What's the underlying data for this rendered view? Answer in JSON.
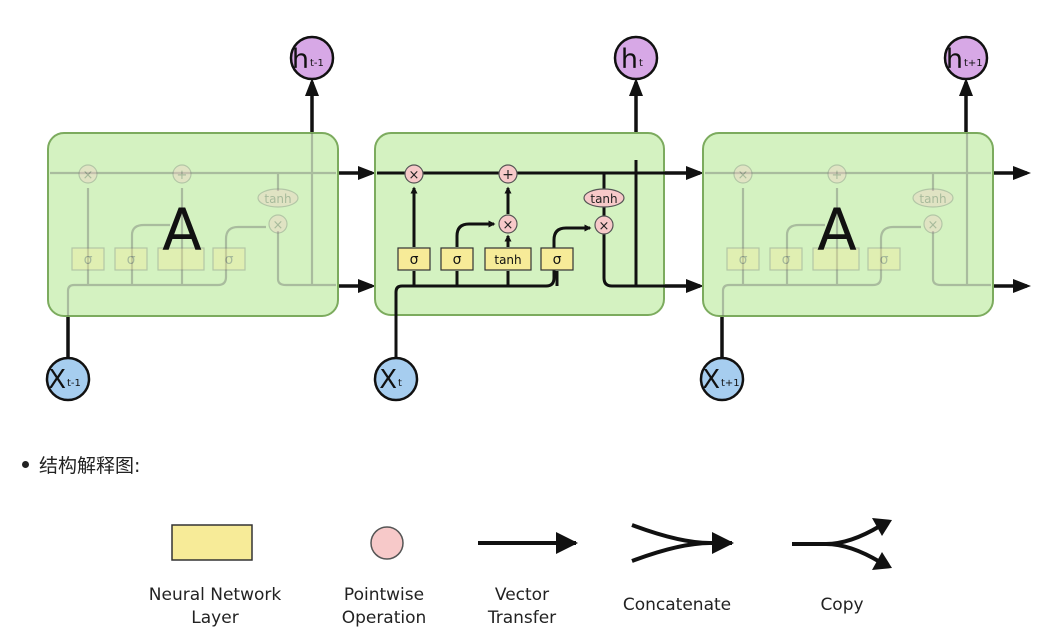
{
  "diagram": {
    "cell_label_left": "A",
    "cell_label_right": "A",
    "inputs": [
      {
        "base": "X",
        "sub": "t-1"
      },
      {
        "base": "X",
        "sub": "t"
      },
      {
        "base": "X",
        "sub": "t+1"
      }
    ],
    "outputs": [
      {
        "base": "h",
        "sub": "t-1"
      },
      {
        "base": "h",
        "sub": "t"
      },
      {
        "base": "h",
        "sub": "t+1"
      }
    ],
    "center_cell": {
      "multiply_symbol": "×",
      "add_symbol": "+",
      "tanh_op_label": "tanh",
      "layers": [
        "σ",
        "σ",
        "tanh",
        "σ"
      ]
    },
    "ghost_cell": {
      "multiply_symbol": "×",
      "add_symbol": "+",
      "tanh_op_label": "tanh",
      "layers": [
        "σ",
        "σ",
        "",
        "σ"
      ]
    },
    "colors": {
      "cell_fill": "#d4f2c1",
      "cell_stroke": "#7cab5e",
      "layer_fill": "#f7eb98",
      "pointwise_fill": "#f7c9c9",
      "input_fill": "#a6cdef",
      "output_fill": "#d7a8e6"
    }
  },
  "caption": "结构解释图:",
  "legend": [
    {
      "name": "Neural Network Layer",
      "lines": [
        "Neural Network",
        "Layer"
      ]
    },
    {
      "name": "Pointwise Operation",
      "lines": [
        "Pointwise",
        "Operation"
      ]
    },
    {
      "name": "Vector Transfer",
      "lines": [
        "Vector",
        "Transfer"
      ]
    },
    {
      "name": "Concatenate",
      "lines": [
        "Concatenate"
      ]
    },
    {
      "name": "Copy",
      "lines": [
        "Copy"
      ]
    }
  ]
}
